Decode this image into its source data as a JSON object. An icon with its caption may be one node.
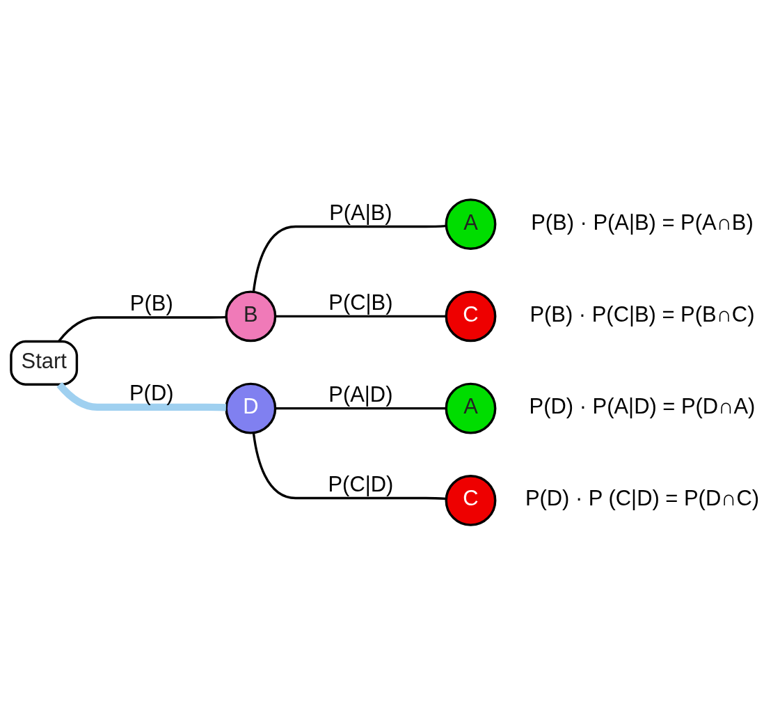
{
  "diagram": {
    "nodes": [
      {
        "text": [
          "Start"
        ]
      },
      {
        "text": [
          "B"
        ]
      },
      {
        "text": [
          "A"
        ],
        "beside": [
          "P(B) · P(A|B) = P(A∩B)"
        ]
      },
      {
        "text": [
          "C"
        ],
        "beside": [
          "P(B) · P(C|B) = P(B∩C)"
        ]
      },
      {
        "text": [
          "D"
        ]
      },
      {
        "text": [
          "A"
        ],
        "beside": [
          "P(D) · P(A|D) = P(D∩A)"
        ]
      },
      {
        "text": [
          "C"
        ],
        "beside": [
          "P(D) · P (C|D) = P(D∩C)"
        ]
      }
    ],
    "edges": [
      {
        "from": 0,
        "to": 1,
        "arrow": "none",
        "label": "P(B)"
      },
      {
        "from": 1,
        "to": 2,
        "arrow": "none",
        "label": "P(A|B)"
      },
      {
        "from": 1,
        "to": 3,
        "arrow": "none",
        "label": "P(C|B)"
      },
      {
        "from": 0,
        "to": 4,
        "arrow": "none",
        "label": "P(D)",
        "style": "thick",
        "color": "#9fd0f0"
      },
      {
        "from": 4,
        "to": 5,
        "arrow": "none",
        "label": "P(A|D)"
      },
      {
        "from": 4,
        "to": 6,
        "arrow": "none",
        "label": "P(C|D)"
      }
    ]
  }
}
